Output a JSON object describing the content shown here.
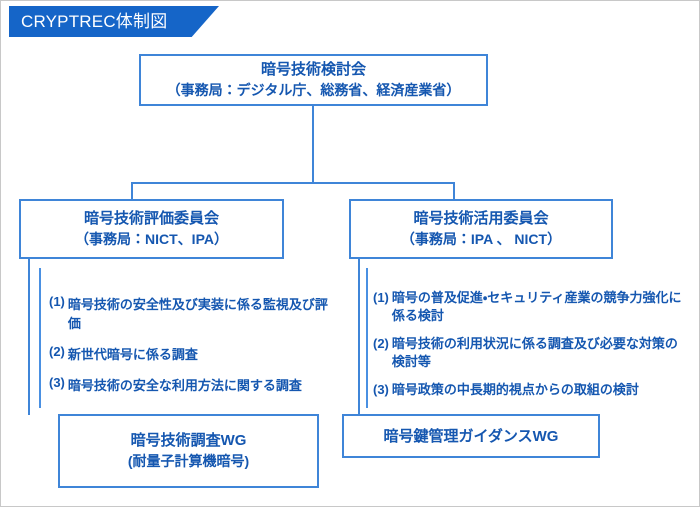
{
  "header": {
    "title": "CRYPTREC体制図",
    "banner_color": "#1565c8",
    "text_color": "#ffffff"
  },
  "theme": {
    "border_color": "#3f85d8",
    "text_color": "#1557b0",
    "background": "#ffffff",
    "frame_color": "#c8c8c8"
  },
  "nodes": {
    "council": {
      "title": "暗号技術検討会",
      "secretariat": "（事務局：デジタル庁、総務省、経済産業省）"
    },
    "evaluation_committee": {
      "title": "暗号技術評価委員会",
      "secretariat": "（事務局：NICT、IPA）"
    },
    "utilization_committee": {
      "title": "暗号技術活用委員会",
      "secretariat": "（事務局：IPA 、 NICT）"
    },
    "wg_survey": {
      "title": "暗号技術調査WG",
      "subtitle": "(耐量子計算機暗号)"
    },
    "wg_key_management": {
      "title": "暗号鍵管理ガイダンスWG",
      "subtitle": ""
    }
  },
  "evaluation_tasks": [
    {
      "num": "(1)",
      "text": "暗号技術の安全性及び実装に係る監視及び評価"
    },
    {
      "num": "(2)",
      "text": "新世代暗号に係る調査"
    },
    {
      "num": "(3)",
      "text": "暗号技術の安全な利用方法に関する調査"
    }
  ],
  "utilization_tasks": [
    {
      "num": "(1)",
      "text": "暗号の普及促進・セキュリティ産業の競争力強化に係る検討"
    },
    {
      "num": "(2)",
      "text": "暗号技術の利用状況に係る調査及び必要な対策の検討等"
    },
    {
      "num": "(3)",
      "text": "暗号政策の中長期的視点からの取組の検討"
    }
  ]
}
